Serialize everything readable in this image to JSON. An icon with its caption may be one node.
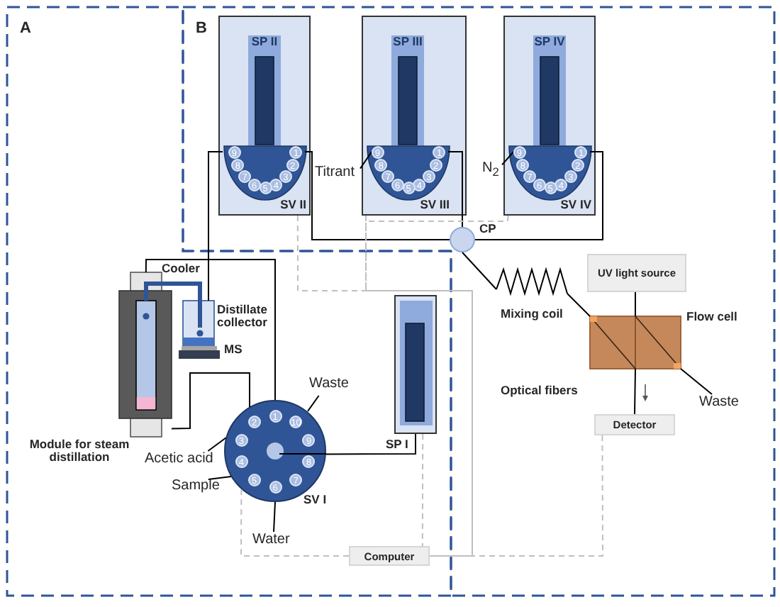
{
  "diagram": {
    "nodes": [
      {
        "text": [
          "SP II"
        ]
      },
      {
        "text": [
          "SV II"
        ],
        "in": 0
      },
      {
        "text": [
          "SP III"
        ]
      },
      {
        "text": [
          "SV III"
        ],
        "in": 2
      },
      {
        "text": [
          "SP IV"
        ]
      },
      {
        "text": [
          "SV IV"
        ],
        "in": 4
      },
      {
        "text": [
          "Titrant"
        ]
      },
      {
        "text": [
          "N$_{2}$"
        ]
      },
      {
        "text": [
          "CP"
        ]
      },
      {
        "text": [
          "Mixing coil"
        ]
      },
      {
        "text": [
          "UV light source"
        ]
      },
      {
        "text": [
          "Flow cell"
        ]
      },
      {
        "text": [
          "Waste"
        ]
      },
      {
        "text": [
          "Detector"
        ]
      },
      {
        "text": [
          "Module for steam distillation"
        ]
      },
      {
        "text": [
          "Distillate collector"
        ]
      },
      {
        "text": [
          "MS"
        ]
      },
      {
        "text": [
          "SV I"
        ]
      },
      {
        "text": [
          "Waste"
        ]
      },
      {
        "text": [
          "Acetic acid"
        ]
      },
      {
        "text": [
          "Sample"
        ]
      },
      {
        "text": [
          "Water"
        ]
      },
      {
        "text": [
          "SP I"
        ]
      },
      {
        "text": [
          "Computer"
        ]
      }
    ],
    "edges": [
      {
        "from": 1,
        "to": 15,
        "arrow": "none"
      },
      {
        "from": 14,
        "to": 17,
        "arrow": "none"
      },
      {
        "from": 14,
        "to": 17,
        "arrow": "none"
      },
      {
        "from": 1,
        "to": 8,
        "arrow": "none"
      },
      {
        "from": 3,
        "to": 8,
        "arrow": "none"
      },
      {
        "from": 5,
        "to": 8,
        "arrow": "none"
      },
      {
        "from": 8,
        "to": 9,
        "arrow": "none"
      },
      {
        "from": 9,
        "to": 11,
        "arrow": "none"
      },
      {
        "from": 11,
        "to": 12,
        "arrow": "none"
      },
      {
        "from": 10,
        "to": 11,
        "arrow": "none"
      },
      {
        "from": 11,
        "to": 13,
        "arrow": "none"
      },
      {
        "from": 17,
        "to": 22,
        "arrow": "none"
      },
      {
        "from": 6,
        "to": 3,
        "arrow": "none"
      },
      {
        "from": 7,
        "to": 5,
        "arrow": "none"
      },
      {
        "from": 17,
        "to": 18,
        "arrow": "none"
      },
      {
        "from": 19,
        "to": 17,
        "arrow": "none"
      },
      {
        "from": 20,
        "to": 17,
        "arrow": "none"
      },
      {
        "from": 21,
        "to": 17,
        "arrow": "none"
      },
      {
        "from": 0,
        "to": 23,
        "arrow": "none",
        "style": "dashed",
        "color": "#bfbfbf"
      },
      {
        "from": 2,
        "to": 23,
        "arrow": "none",
        "style": "dashed",
        "color": "#bfbfbf"
      },
      {
        "from": 4,
        "to": 23,
        "arrow": "none",
        "style": "dashed",
        "color": "#bfbfbf"
      },
      {
        "from": 22,
        "to": 23,
        "arrow": "none",
        "style": "dashed",
        "color": "#bfbfbf"
      },
      {
        "from": 13,
        "to": 23,
        "arrow": "none",
        "style": "dashed",
        "color": "#bfbfbf"
      },
      {
        "from": 23,
        "to": 17,
        "arrow": "none",
        "style": "dashed",
        "color": "#bfbfbf"
      },
      {
        "from": 14,
        "to": 15,
        "arrow": "none",
        "style": "thick",
        "color": "#2f5597"
      }
    ],
    "labels": [
      "A",
      "B",
      "1",
      "2",
      "3",
      "4",
      "5",
      "6",
      "7",
      "8",
      "9",
      "1",
      "2",
      "3",
      "4",
      "5",
      "6",
      "7",
      "8",
      "9",
      "1",
      "2",
      "3",
      "4",
      "5",
      "6",
      "7",
      "8",
      "9",
      "Cooler",
      "1",
      "2",
      "3",
      "4",
      "5",
      "6",
      "7",
      "8",
      "9",
      "10",
      "Optical fibers"
    ]
  }
}
